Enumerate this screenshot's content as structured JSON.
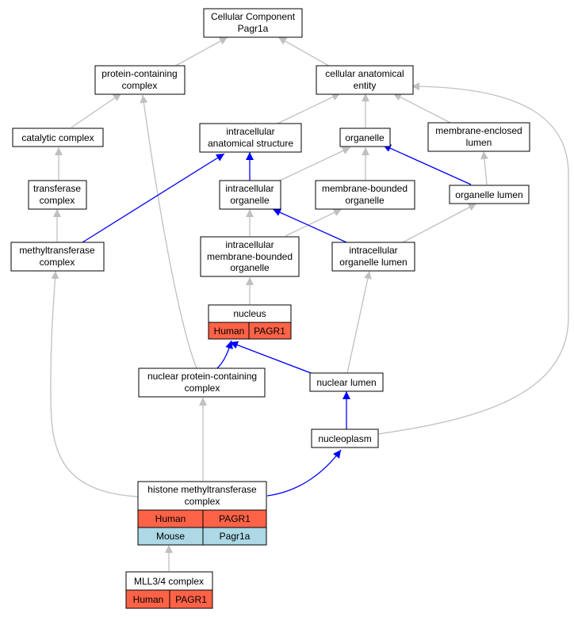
{
  "colors": {
    "gray_edge": "#c0c0c0",
    "blue_edge": "#0000ff",
    "human_fill": "#ff6347",
    "mouse_fill": "#add8e6",
    "node_border": "#000000"
  },
  "nodes": {
    "cellular_component": {
      "line1": "Cellular Component",
      "line2": "Pagr1a"
    },
    "protein_containing_complex": {
      "line1": "protein-containing",
      "line2": "complex"
    },
    "cellular_anatomical_entity": {
      "line1": "cellular anatomical",
      "line2": "entity"
    },
    "catalytic_complex": {
      "line1": "catalytic complex"
    },
    "intracellular_anatomical_structure": {
      "line1": "intracellular",
      "line2": "anatomical structure"
    },
    "organelle": {
      "line1": "organelle"
    },
    "membrane_enclosed_lumen": {
      "line1": "membrane-enclosed",
      "line2": "lumen"
    },
    "transferase_complex": {
      "line1": "transferase",
      "line2": "complex"
    },
    "intracellular_organelle": {
      "line1": "intracellular",
      "line2": "organelle"
    },
    "membrane_bounded_organelle": {
      "line1": "membrane-bounded",
      "line2": "organelle"
    },
    "organelle_lumen": {
      "line1": "organelle lumen"
    },
    "methyltransferase_complex": {
      "line1": "methyltransferase",
      "line2": "complex"
    },
    "intracellular_membrane_bounded_organelle": {
      "line1": "intracellular",
      "line2": "membrane-bounded",
      "line3": "organelle"
    },
    "intracellular_organelle_lumen": {
      "line1": "intracellular",
      "line2": "organelle lumen"
    },
    "nucleus": {
      "line1": "nucleus",
      "species1": "Human",
      "gene1": "PAGR1"
    },
    "nuclear_protein_containing_complex": {
      "line1": "nuclear protein-containing",
      "line2": "complex"
    },
    "nuclear_lumen": {
      "line1": "nuclear lumen"
    },
    "nucleoplasm": {
      "line1": "nucleoplasm"
    },
    "histone_methyltransferase_complex": {
      "line1": "histone methyltransferase",
      "line2": "complex",
      "species1": "Human",
      "gene1": "PAGR1",
      "species2": "Mouse",
      "gene2": "Pagr1a"
    },
    "mll34_complex": {
      "line1": "MLL3/4 complex",
      "species1": "Human",
      "gene1": "PAGR1"
    }
  }
}
